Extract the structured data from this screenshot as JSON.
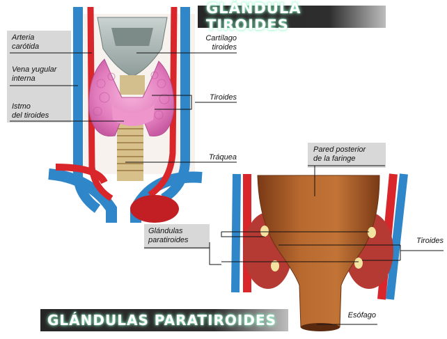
{
  "titles": {
    "thyroid": "GLÁNDULA TIROIDES",
    "parathyroid": "GLÁNDULAS PARATIROIDES"
  },
  "labels": {
    "arteria_carotida": [
      "Arteria",
      "carótida"
    ],
    "vena_yugular": [
      "Vena yugular",
      "interna"
    ],
    "istmo": [
      "Istmo",
      "del tiroides"
    ],
    "cartilago": [
      "Cartílago",
      "tiroides"
    ],
    "tiroides_top": "Tiroides",
    "traquea": "Tráquea",
    "pared_faringe": [
      "Pared posterior",
      "de la faringe"
    ],
    "glandulas_paratiroides": [
      "Glándulas",
      "paratiroides"
    ],
    "tiroides_bottom": "Tiroides",
    "esofago": "Esófago"
  },
  "colors": {
    "banner_glow": "#9fffd0",
    "artery": "#d8262a",
    "vein": "#2f86c8",
    "thyroid_gland": "#e98ac6",
    "parathyroid_gland": "#f2e3a0",
    "pharynx": "#a95b2a",
    "trachea": "#d8c08a",
    "cartilage": "#a9b7b4"
  }
}
